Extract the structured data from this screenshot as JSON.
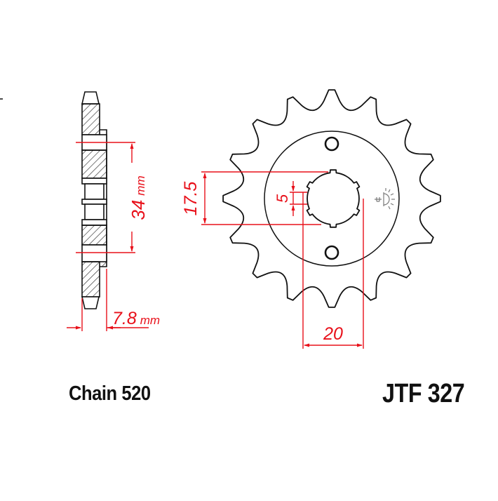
{
  "drawing": {
    "type": "sprocket-technical-drawing",
    "teeth": 16,
    "colors": {
      "outline": "#111111",
      "dimension": "#e8101a",
      "logo": "#7a7a7a",
      "background": "#ffffff"
    },
    "side_view": {
      "boss_dimension": {
        "value": "34",
        "unit": "mm"
      },
      "thickness_dimension": {
        "value": "7.8",
        "unit": "mm"
      }
    },
    "front_view": {
      "spline_dimension": {
        "value": "17.5"
      },
      "spline_width_dimension": {
        "value": "5"
      },
      "offset_dimension": {
        "value": "20"
      },
      "logo_icon": "jt-sun-logo"
    }
  },
  "captions": {
    "chain": "Chain 520",
    "part_number": "JTF 327"
  }
}
